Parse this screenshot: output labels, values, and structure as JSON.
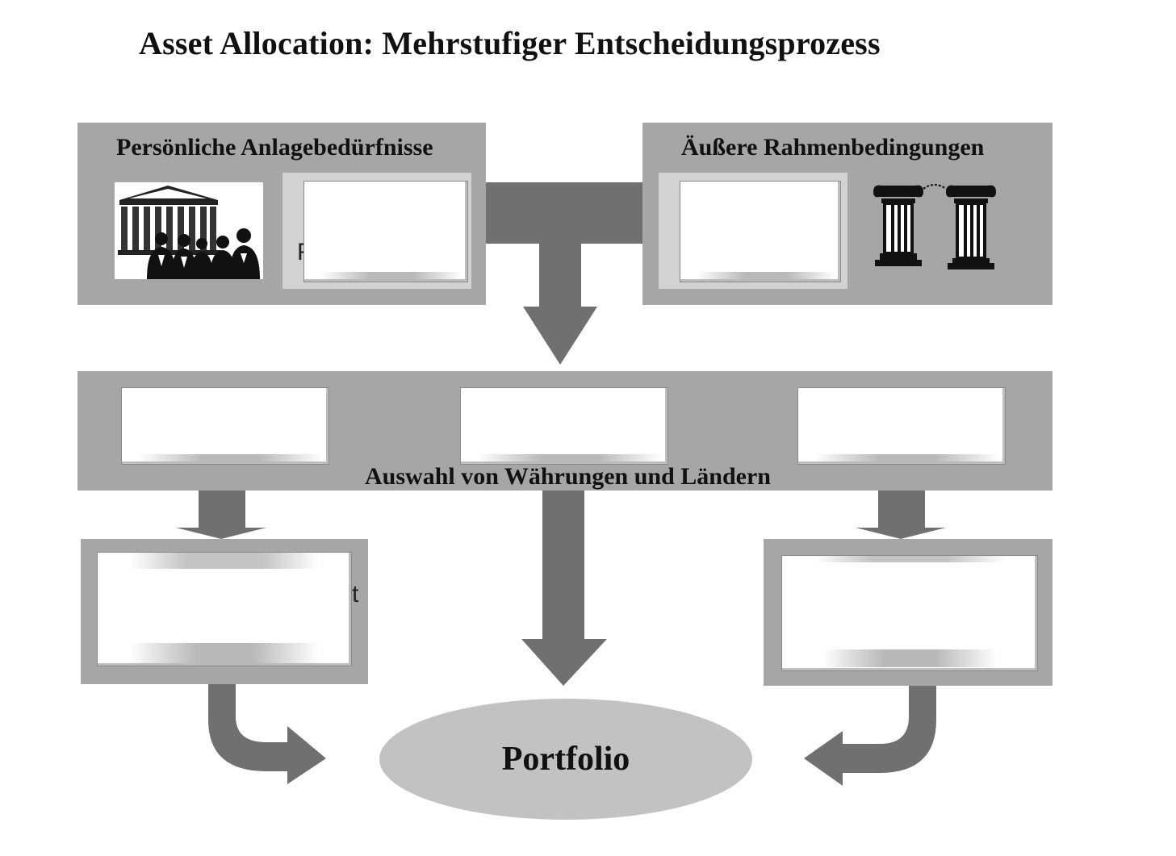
{
  "title": "Asset Allocation: Mehrstufiger Entscheidungsprozess",
  "top_left_panel": {
    "label": "Persönliche Anlagebedürfnisse",
    "fragment": "F"
  },
  "top_right_panel": {
    "label": "Äußere Rahmenbedingungen"
  },
  "middle_panel": {
    "label": "Auswahl von Währungen und Ländern"
  },
  "lower_left_panel": {
    "fragment": "t"
  },
  "portfolio": {
    "label": "Portfolio"
  },
  "colors": {
    "panel": "#a6a6a6",
    "arrow": "#707070",
    "ellipse": "#c2c2c2"
  }
}
